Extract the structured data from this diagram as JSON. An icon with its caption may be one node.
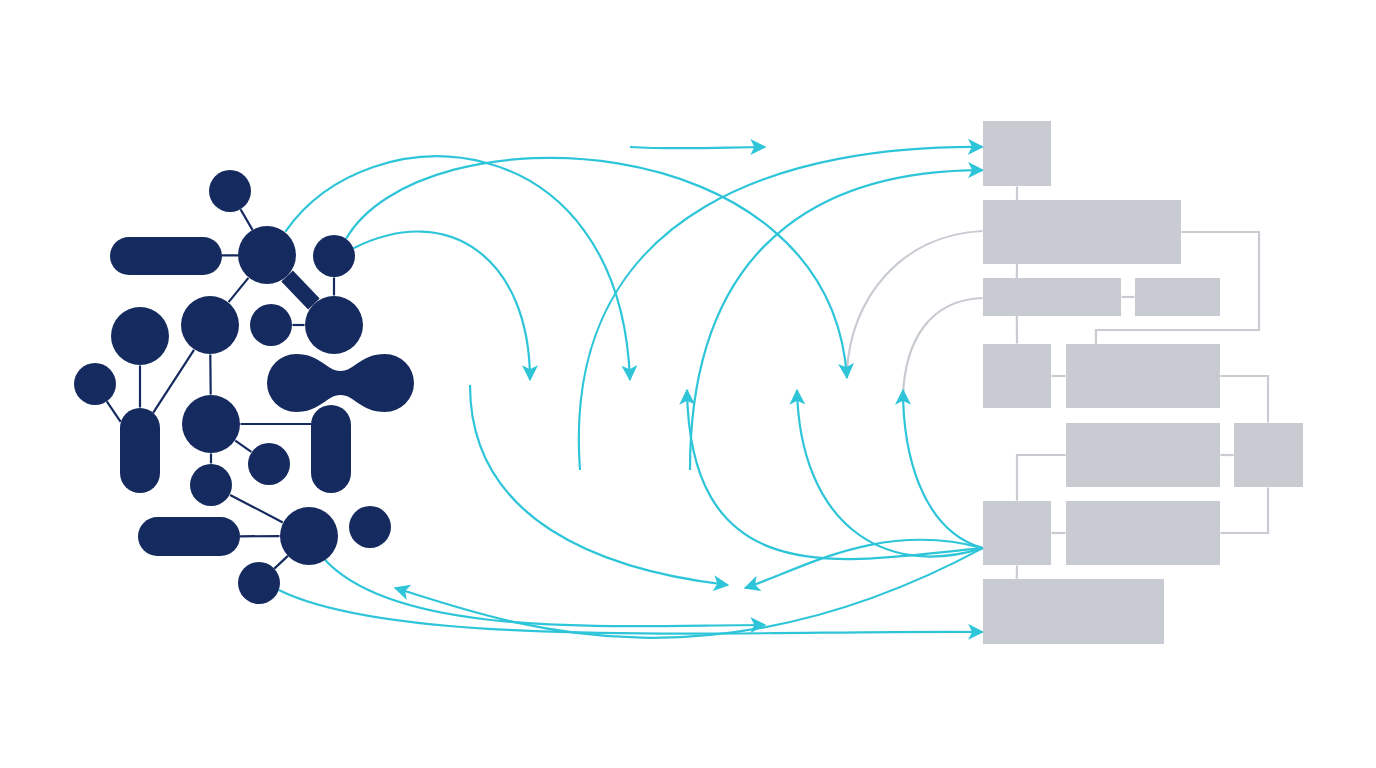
{
  "diagram": {
    "nodes": [
      {
        "text": [],
        "shape": "circle"
      },
      {
        "text": [],
        "shape": "pill"
      },
      {
        "text": [],
        "shape": "circle"
      },
      {
        "text": [],
        "shape": "circle"
      },
      {
        "text": [],
        "shape": "circle"
      },
      {
        "text": [],
        "shape": "circle"
      },
      {
        "text": [],
        "shape": "circle"
      },
      {
        "text": [],
        "shape": "circle"
      },
      {
        "text": [],
        "shape": "blob"
      },
      {
        "text": [],
        "shape": "circle"
      },
      {
        "text": [],
        "shape": "pill"
      },
      {
        "text": [],
        "shape": "circle"
      },
      {
        "text": [],
        "shape": "circle"
      },
      {
        "text": [],
        "shape": "pill"
      },
      {
        "text": [],
        "shape": "circle"
      },
      {
        "text": [],
        "shape": "pill"
      },
      {
        "text": [],
        "shape": "circle"
      },
      {
        "text": [],
        "shape": "circle"
      },
      {
        "text": [],
        "shape": "circle"
      },
      {
        "text": [],
        "shape": "box"
      },
      {
        "text": [],
        "shape": "box"
      },
      {
        "text": [],
        "shape": "box"
      },
      {
        "text": [],
        "shape": "box"
      },
      {
        "text": [],
        "shape": "box"
      },
      {
        "text": [],
        "shape": "box"
      },
      {
        "text": [],
        "shape": "box"
      },
      {
        "text": [],
        "shape": "box"
      },
      {
        "text": [],
        "shape": "box"
      },
      {
        "text": [],
        "shape": "box"
      },
      {
        "text": [],
        "shape": "box"
      }
    ],
    "edges": [
      {
        "from": 0,
        "to": 2,
        "arrow": "none"
      },
      {
        "from": 1,
        "to": 2,
        "arrow": "none"
      },
      {
        "from": 2,
        "to": 7,
        "arrow": "none",
        "style": "thick"
      },
      {
        "from": 3,
        "to": 7,
        "arrow": "none"
      },
      {
        "from": 2,
        "to": 5,
        "arrow": "none"
      },
      {
        "from": 6,
        "to": 7,
        "arrow": "none"
      },
      {
        "from": 4,
        "to": 10,
        "arrow": "none"
      },
      {
        "from": 9,
        "to": 10,
        "arrow": "none"
      },
      {
        "from": 5,
        "to": 10,
        "arrow": "none"
      },
      {
        "from": 5,
        "to": 11,
        "arrow": "none"
      },
      {
        "from": 11,
        "to": 13,
        "arrow": "none"
      },
      {
        "from": 11,
        "to": 12,
        "arrow": "none"
      },
      {
        "from": 11,
        "to": 14,
        "arrow": "none"
      },
      {
        "from": 14,
        "to": 16,
        "arrow": "none"
      },
      {
        "from": 15,
        "to": 16,
        "arrow": "none"
      },
      {
        "from": 16,
        "to": 18,
        "arrow": "none"
      },
      {
        "from": 19,
        "to": 20,
        "arrow": "none",
        "color": "#c8ccd2"
      },
      {
        "from": 20,
        "to": 21,
        "arrow": "none",
        "color": "#c8ccd2"
      },
      {
        "from": 21,
        "to": 22,
        "arrow": "none",
        "color": "#c8ccd2"
      },
      {
        "from": 21,
        "to": 23,
        "arrow": "none",
        "color": "#c8ccd2"
      },
      {
        "from": 20,
        "to": 24,
        "arrow": "none",
        "color": "#c8ccd2"
      },
      {
        "from": 23,
        "to": 24,
        "arrow": "none",
        "color": "#c8ccd2"
      },
      {
        "from": 24,
        "to": 26,
        "arrow": "none",
        "color": "#c8ccd2"
      },
      {
        "from": 25,
        "to": 26,
        "arrow": "none",
        "color": "#c8ccd2"
      },
      {
        "from": 25,
        "to": 27,
        "arrow": "none",
        "color": "#c8ccd2"
      },
      {
        "from": 27,
        "to": 28,
        "arrow": "none",
        "color": "#c8ccd2"
      },
      {
        "from": 28,
        "to": 26,
        "arrow": "none",
        "color": "#c8ccd2"
      },
      {
        "from": 27,
        "to": 29,
        "arrow": "none",
        "color": "#c8ccd2"
      },
      {
        "from": 20,
        "to": null,
        "arrow": "none",
        "color": "#c8ccd2"
      },
      {
        "from": 21,
        "to": null,
        "arrow": "none",
        "color": "#c8ccd2"
      },
      {
        "from": 2,
        "to": null,
        "arrow": "to",
        "color": "#2ec5d9"
      },
      {
        "from": 3,
        "to": null,
        "arrow": "to",
        "color": "#2ec5d9"
      },
      {
        "from": 3,
        "to": null,
        "arrow": "to",
        "color": "#2ec5d9"
      },
      {
        "from": 16,
        "to": null,
        "arrow": "to",
        "color": "#2ec5d9"
      },
      {
        "from": 18,
        "to": 29,
        "arrow": "to",
        "color": "#2ec5d9"
      },
      {
        "from": 27,
        "to": null,
        "arrow": "to",
        "color": "#2ec5d9"
      },
      {
        "from": 27,
        "to": null,
        "arrow": "to",
        "color": "#2ec5d9"
      },
      {
        "from": 27,
        "to": null,
        "arrow": "to",
        "color": "#2ec5d9"
      },
      {
        "from": 27,
        "to": null,
        "arrow": "to",
        "color": "#2ec5d9"
      },
      {
        "from": 27,
        "to": null,
        "arrow": "to",
        "color": "#2ec5d9"
      },
      {
        "from": null,
        "to": 19,
        "arrow": "to",
        "color": "#2ec5d9"
      },
      {
        "from": null,
        "to": 19,
        "arrow": "to",
        "color": "#2ec5d9"
      }
    ]
  }
}
